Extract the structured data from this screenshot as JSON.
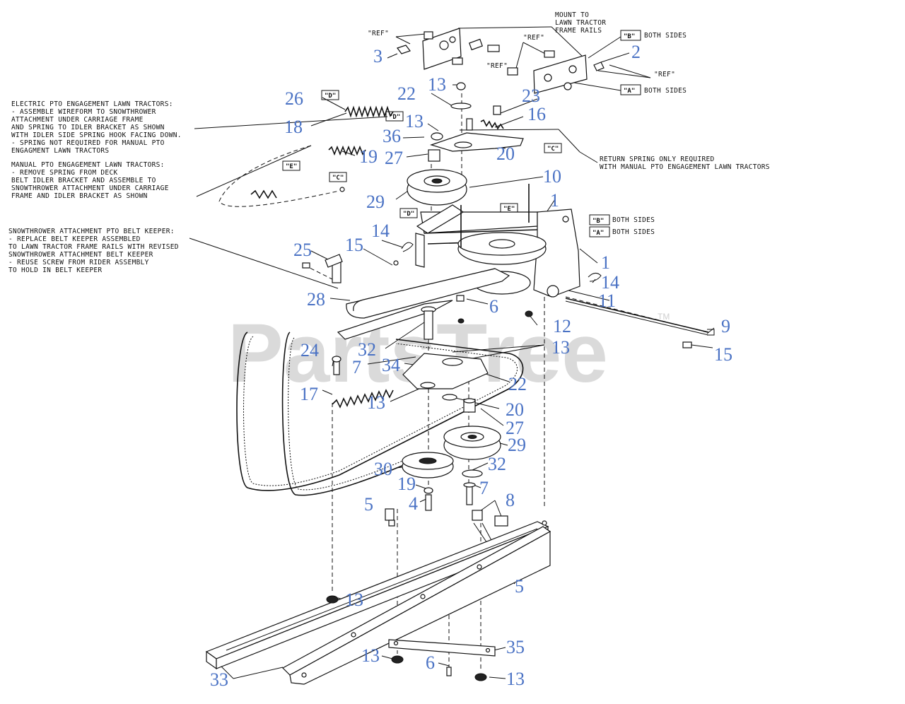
{
  "watermark": {
    "text": "PartsTree",
    "tm": "TM"
  },
  "notes": {
    "electric": [
      "ELECTRIC PTO ENGAGEMENT LAWN TRACTORS:",
      "- ASSEMBLE WIREFORM TO SNOWTHROWER",
      "  ATTACHMENT UNDER CARRIAGE FRAME",
      "  AND SPRING TO IDLER BRACKET AS SHOWN",
      "  WITH IDLER SIDE SPRING HOOK FACING DOWN.",
      "- SPRING NOT REQUIRED FOR MANUAL PTO",
      "  ENGAGMENT LAWN TRACTORS"
    ],
    "manual": [
      "MANUAL PTO ENGAGEMENT LAWN TRACTORS:",
      "- REMOVE SPRING FROM DECK",
      "  BELT IDLER BRACKET AND ASSEMBLE TO",
      "  SNOWTHROWER ATTACHMENT UNDER CARRIAGE",
      "  FRAME AND IDLER BRACKET AS SHOWN"
    ],
    "keeper": [
      "SNOWTHROWER ATTACHMENT PTO BELT KEEPER:",
      "- REPLACE BELT KEEPER ASSEMBLED",
      "  TO LAWN TRACTOR FRAME RAILS WITH REVISED",
      "  SNOWTHROWER ATTACHMENT BELT KEEPER",
      "",
      "- REUSE SCREW FROM RIDER ASSEMBLY",
      "  TO HOLD IN BELT KEEPER"
    ],
    "mount": [
      "MOUNT TO",
      "LAWN TRACTOR",
      "FRAME RAILS"
    ],
    "return_spring": [
      "RETURN SPRING ONLY REQUIRED",
      "WITH MANUAL PTO ENGAGEMENT LAWN TRACTORS"
    ],
    "both_sides": "BOTH SIDES",
    "ref": "\"REF\""
  },
  "boxes": {
    "A": "\"A\"",
    "B": "\"B\"",
    "C": "\"C\"",
    "D": "\"D\"",
    "E": "\"E\""
  },
  "callouts": {
    "c1a": "1",
    "c1b": "1",
    "c2": "2",
    "c3": "3",
    "c4": "4",
    "c5a": "5",
    "c5b": "5",
    "c6a": "6",
    "c6b": "6",
    "c7a": "7",
    "c7b": "7",
    "c8": "8",
    "c9": "9",
    "c10": "10",
    "c11": "11",
    "c12": "12",
    "c13a": "13",
    "c13b": "13",
    "c13c": "13",
    "c13d": "13",
    "c13e": "13",
    "c13f": "13",
    "c13g": "13",
    "c14a": "14",
    "c14b": "14",
    "c15a": "15",
    "c15b": "15",
    "c16": "16",
    "c17": "17",
    "c18": "18",
    "c19a": "19",
    "c19b": "19",
    "c20a": "20",
    "c20b": "20",
    "c22a": "22",
    "c22b": "22",
    "c23": "23",
    "c24": "24",
    "c25": "25",
    "c26": "26",
    "c27a": "27",
    "c27b": "27",
    "c28": "28",
    "c29a": "29",
    "c29b": "29",
    "c30": "30",
    "c32a": "32",
    "c32b": "32",
    "c33": "33",
    "c34": "34",
    "c35": "35",
    "c36": "36"
  }
}
